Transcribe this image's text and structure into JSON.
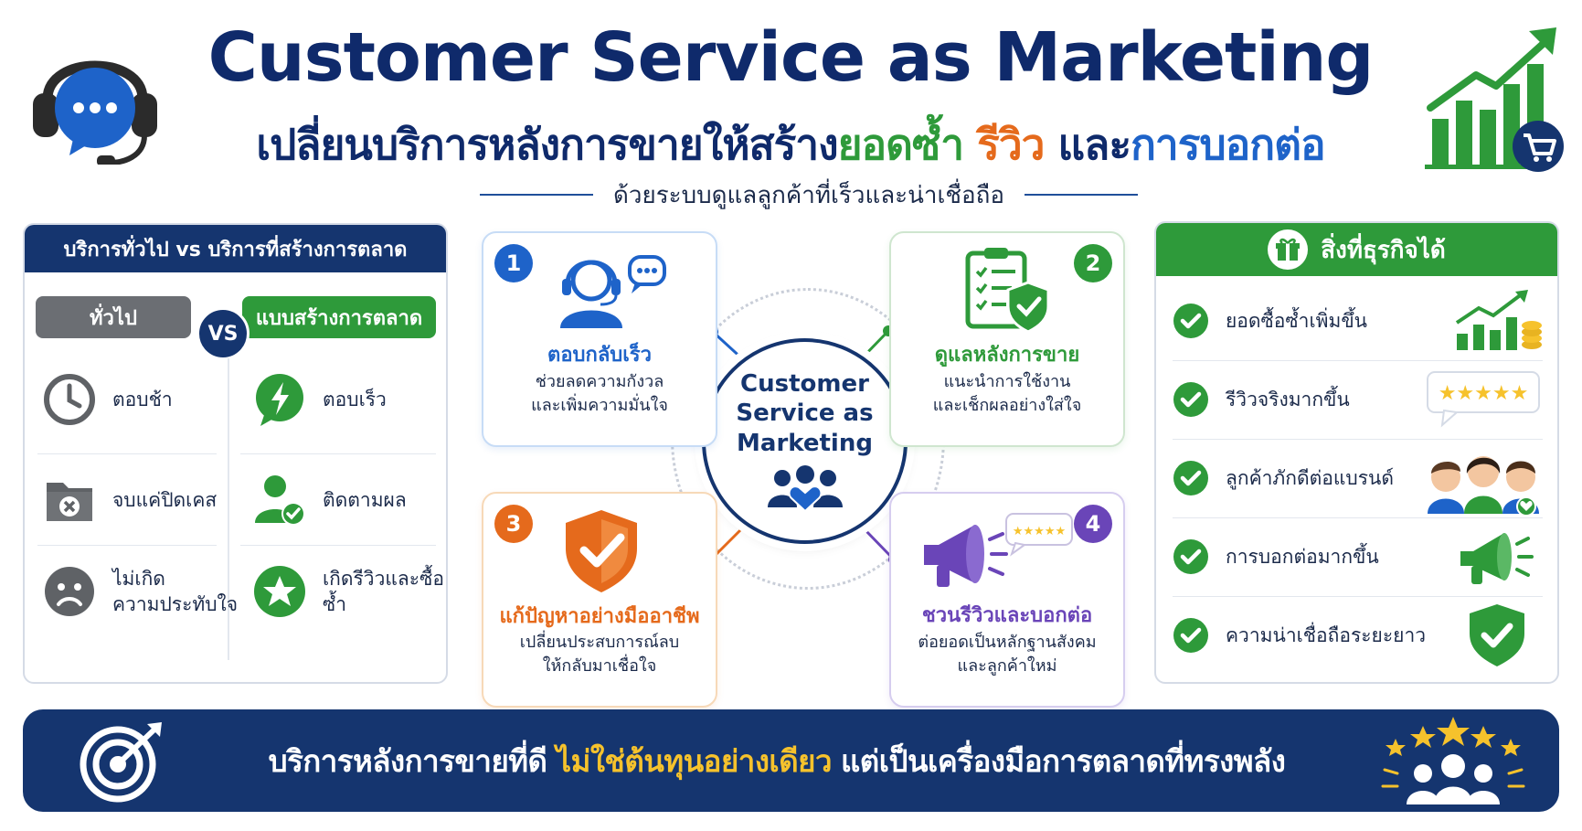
{
  "header": {
    "title": "Customer Service as Marketing",
    "subtitle_part1": "เปลี่ยนบริการหลังการขายให้สร้าง",
    "subtitle_part2": "ยอดซ้ำ",
    "subtitle_part3": "รีวิว",
    "subtitle_part4": "และ",
    "subtitle_part5": "การบอกต่อ",
    "tagline": "ด้วยระบบดูแลลูกค้าที่เร็วและน่าเชื่อถือ",
    "left_icon": "headset-chat-icon",
    "right_icon": "growth-chart-cart-icon"
  },
  "comparison": {
    "header": "บริการทั่วไป vs บริการที่สร้างการตลาด",
    "general_label": "ทั่วไป",
    "vs_label": "VS",
    "marketing_label": "แบบสร้างการตลาด",
    "general_items": [
      {
        "text": "ตอบช้า",
        "icon": "clock-icon"
      },
      {
        "text": "จบแค่ปิดเคส",
        "icon": "closed-folder-icon"
      },
      {
        "text_line1": "ไม่เกิด",
        "text_line2": "ความประทับใจ",
        "icon": "sad-face-icon"
      }
    ],
    "marketing_items": [
      {
        "text": "ตอบเร็ว",
        "icon": "lightning-chat-icon"
      },
      {
        "text": "ติดตามผล",
        "icon": "user-check-icon"
      },
      {
        "text": "เกิดรีวิวและซื้อซ้ำ",
        "icon": "star-badge-icon"
      }
    ]
  },
  "hub": {
    "title": "Customer Service as Marketing",
    "icon": "people-heart-icon"
  },
  "steps": [
    {
      "number": "1",
      "title": "ตอบกลับเร็ว",
      "desc_line1": "ช่วยลดความกังวล",
      "desc_line2": "และเพิ่มความมั่นใจ",
      "icon": "agent-headset-icon",
      "color": "#1e63c9"
    },
    {
      "number": "2",
      "title": "ดูแลหลังการขาย",
      "desc_line1": "แนะนำการใช้งาน",
      "desc_line2": "และเช็กผลอย่างใส่ใจ",
      "icon": "clipboard-shield-icon",
      "color": "#2e9a3a"
    },
    {
      "number": "3",
      "title": "แก้ปัญหาอย่างมืออาชีพ",
      "desc_line1": "เปลี่ยนประสบการณ์ลบ",
      "desc_line2": "ให้กลับมาเชื่อใจ",
      "icon": "shield-check-icon",
      "color": "#e56a1c"
    },
    {
      "number": "4",
      "title": "ชวนรีวิวและบอกต่อ",
      "desc_line1": "ต่อยอดเป็นหลักฐานสังคม",
      "desc_line2": "และลูกค้าใหม่",
      "icon": "megaphone-stars-icon",
      "color": "#6a45b8"
    }
  ],
  "benefits": {
    "header": "สิ่งที่ธุรกิจได้",
    "header_icon": "gift-icon",
    "items": [
      {
        "text": "ยอดซื้อซ้ำเพิ่มขึ้น",
        "icon": "growth-coins-icon"
      },
      {
        "text": "รีวิวจริงมากขึ้น",
        "icon": "five-star-review-icon"
      },
      {
        "text": "ลูกค้าภักดีต่อแบรนด์",
        "icon": "loyal-customers-icon"
      },
      {
        "text": "การบอกต่อมากขึ้น",
        "icon": "megaphone-icon"
      },
      {
        "text": "ความน่าเชื่อถือระยะยาว",
        "icon": "trust-shield-icon"
      }
    ]
  },
  "banner": {
    "text_part1": "บริการหลังการขายที่ดี",
    "text_highlight": "ไม่ใช่ต้นทุนอย่างเดียว",
    "text_part2": "แต่เป็นเครื่องมือการตลาดที่ทรงพลัง",
    "left_icon": "target-arrow-icon",
    "right_icon": "stars-community-icon"
  },
  "colors": {
    "navy": "#15356f",
    "green": "#2e9a3a",
    "orange": "#e56a1c",
    "blue": "#1e63c9",
    "purple": "#6a45b8",
    "gold": "#f6c22c"
  }
}
